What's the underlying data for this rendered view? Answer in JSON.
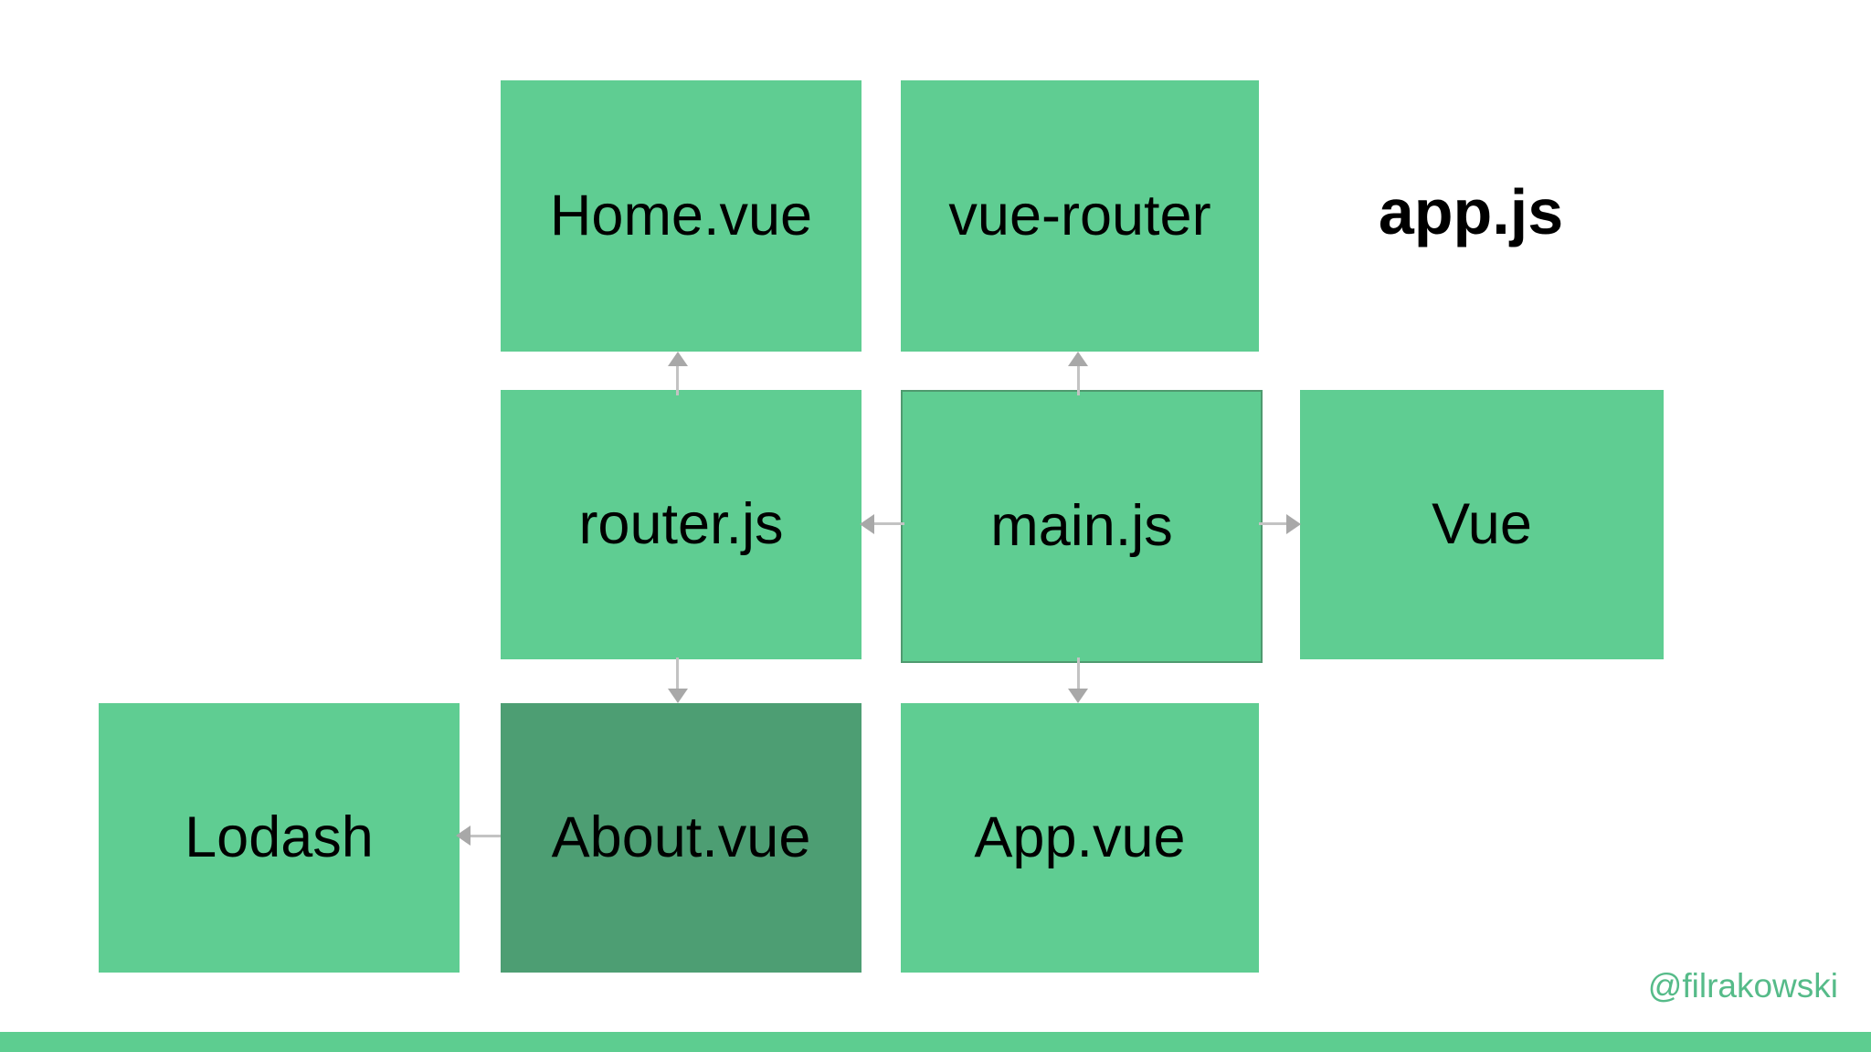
{
  "slide": {
    "boxes": [
      {
        "label": "Home.vue",
        "style": "plain"
      },
      {
        "label": "vue-router",
        "style": "plain"
      },
      {
        "label": "router.js",
        "style": "plain"
      },
      {
        "label": "main.js",
        "style": "outlined"
      },
      {
        "label": "Vue",
        "style": "plain"
      },
      {
        "label": "Lodash",
        "style": "plain"
      },
      {
        "label": "About.vue",
        "style": "dark"
      },
      {
        "label": "App.vue",
        "style": "plain"
      }
    ],
    "floating_label": "app.js",
    "arrows": [
      {
        "from": "router.js",
        "to": "Home.vue",
        "direction": "up"
      },
      {
        "from": "main.js",
        "to": "vue-router",
        "direction": "up"
      },
      {
        "from": "main.js",
        "to": "router.js",
        "direction": "left"
      },
      {
        "from": "main.js",
        "to": "Vue",
        "direction": "right"
      },
      {
        "from": "router.js",
        "to": "About.vue",
        "direction": "down"
      },
      {
        "from": "main.js",
        "to": "App.vue",
        "direction": "down"
      },
      {
        "from": "About.vue",
        "to": "Lodash",
        "direction": "left"
      }
    ],
    "watermark": "@filrakowski",
    "colors": {
      "background": "#ffffff",
      "box_green": "#5fcd92",
      "box_green_dark": "#4d9e73",
      "main_box_border": "#4f9a6f",
      "label_text": "#000000",
      "arrow_line": "#c3c3c3",
      "arrow_head": "#a8a8a8",
      "watermark": "#56bb89",
      "bottom_bar": "#5dcd90"
    }
  }
}
